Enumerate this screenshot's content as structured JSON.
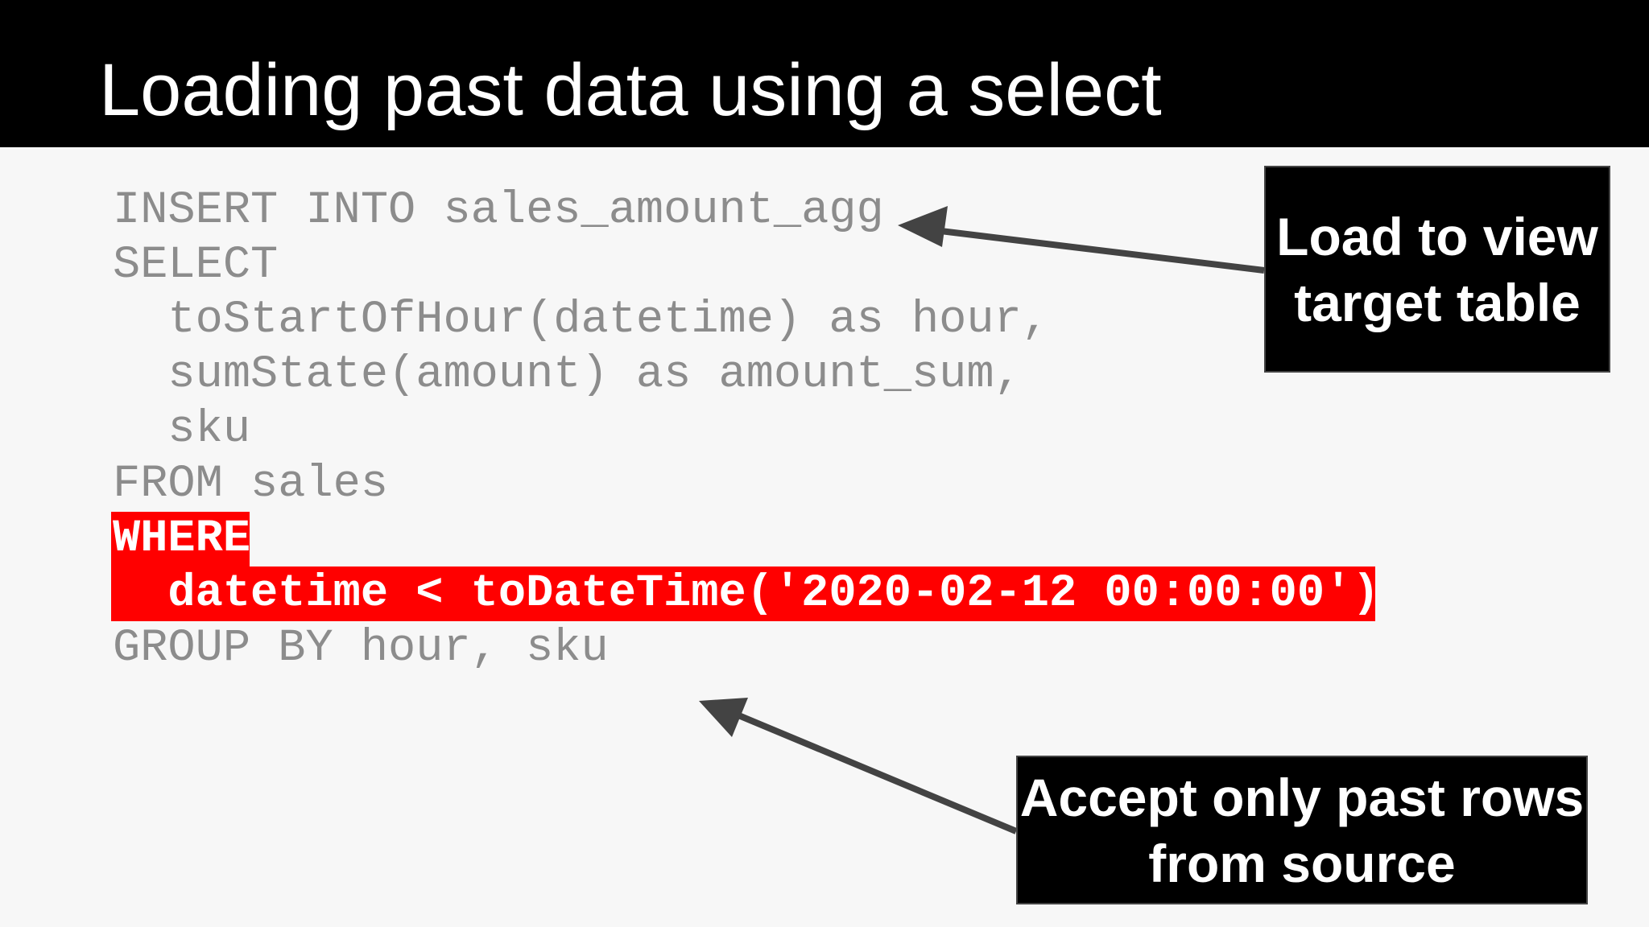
{
  "slide": {
    "title": "Loading past data using a select",
    "code": {
      "lines": [
        "INSERT INTO sales_amount_agg",
        "SELECT",
        "  toStartOfHour(datetime) as hour,",
        "  sumState(amount) as amount_sum,",
        "  sku",
        "FROM sales",
        "WHERE",
        "  datetime < toDateTime('2020-02-12 00:00:00')",
        "GROUP BY hour, sku"
      ]
    },
    "callouts": {
      "target": "Load to view target table",
      "filter": "Accept only past rows from source"
    },
    "colors": {
      "title_bar": "#000000",
      "background": "#f7f7f7",
      "code_text": "#8c8c8c",
      "highlight": "#ff0000",
      "highlight_text": "#ffffff",
      "callout_bg": "#000000",
      "arrow": "#434343"
    },
    "icons": {
      "arrow_1": "arrow-left-icon",
      "arrow_2": "arrow-up-left-icon"
    }
  }
}
